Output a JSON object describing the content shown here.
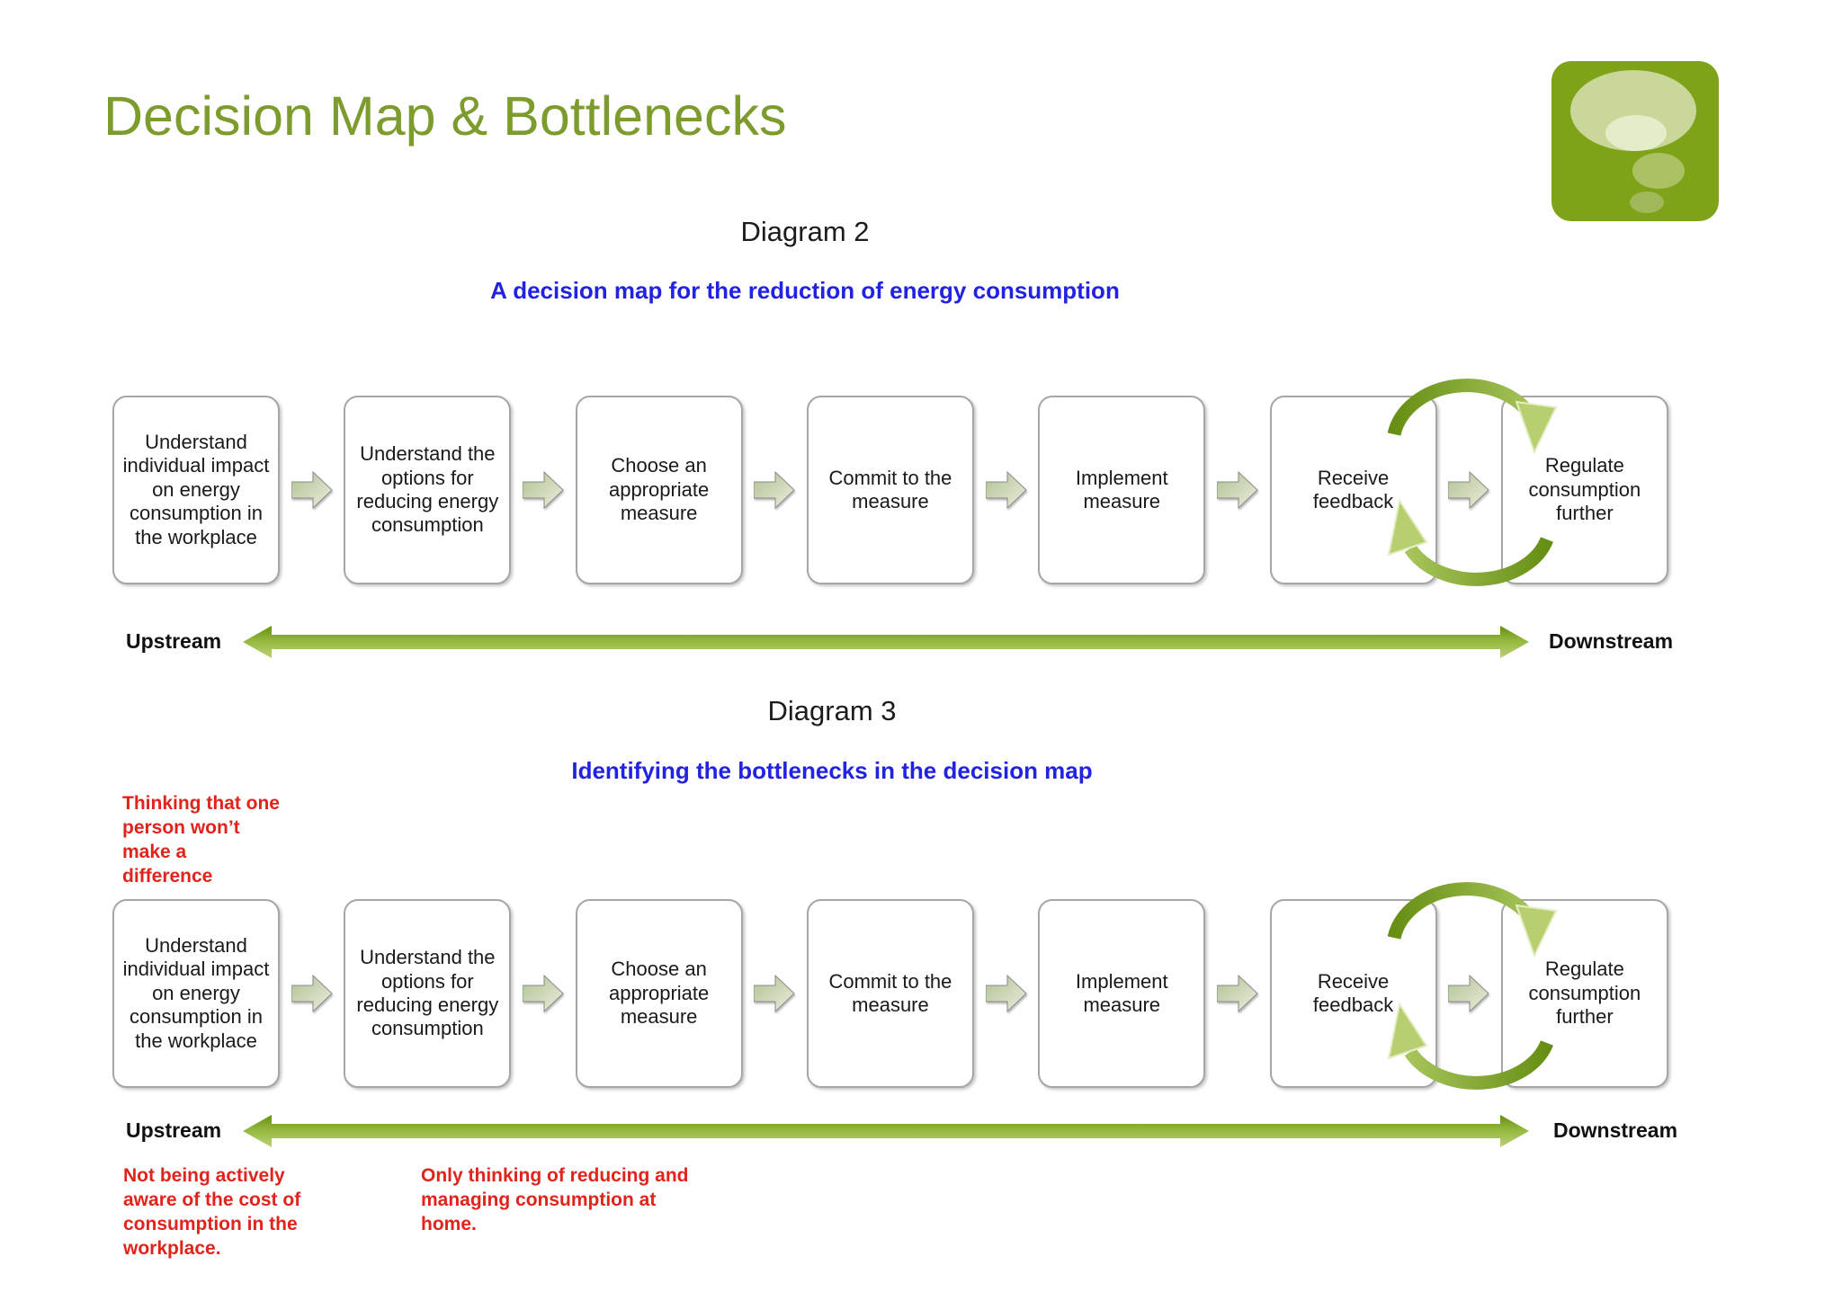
{
  "title": "Decision Map & Bottlenecks",
  "logo": {
    "name": "thought-bubbles-logo"
  },
  "colors": {
    "title_green": "#7d9c2d",
    "subtitle_blue": "#2222e2",
    "bottleneck_red": "#e2231b",
    "arrow_olive_dark": "#6e9718",
    "arrow_olive_light": "#b7cf6e",
    "logo_green": "#7ea318"
  },
  "steps": [
    "Understand individual impact on energy consumption in the workplace",
    "Understand the options for reducing energy consumption",
    "Choose an appropriate measure",
    "Commit to the measure",
    "Implement measure",
    "Receive feedback",
    "Regulate consumption further"
  ],
  "diagram2": {
    "heading": "Diagram 2",
    "subtitle": "A decision map for the reduction of energy consumption",
    "upstream_label": "Upstream",
    "downstream_label": "Downstream"
  },
  "diagram3": {
    "heading": "Diagram 3",
    "subtitle": "Identifying the bottlenecks in the decision map",
    "upstream_label": "Upstream",
    "downstream_label": "Downstream",
    "bottleneck1": {
      "lines": [
        "Thinking that one",
        "person won’t",
        "make a",
        "difference"
      ]
    },
    "bottleneck2": {
      "lines": [
        "Not being actively",
        "aware of the cost of",
        "consumption in the",
        "workplace."
      ]
    },
    "bottleneck3": {
      "lines": [
        "Only thinking of reducing and",
        "managing consumption at",
        "home."
      ]
    }
  }
}
